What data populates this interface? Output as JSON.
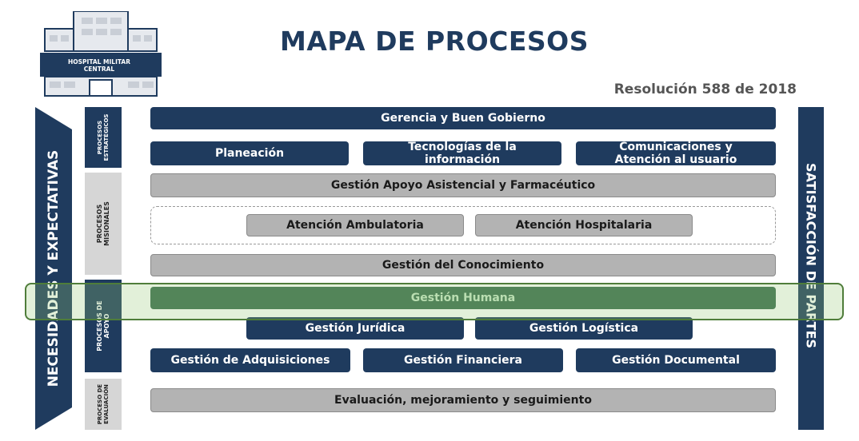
{
  "title": "MAPA DE PROCESOS",
  "resolution": "Resolución 588 de 2018",
  "logo": {
    "line1": "HOSPITAL MILITAR",
    "line2": "CENTRAL"
  },
  "left_arrow": "NECESIDADES Y EXPECTATIVAS",
  "right_arrow": "SATISFACCIÓN DE PARTES",
  "categories": {
    "strategic": {
      "line1": "PROCESOS",
      "line2": "ESTRATÉGICOS"
    },
    "missional": {
      "line1": "PROCESOS",
      "line2": "MISIONALES"
    },
    "support": {
      "line1": "PROCESOS DE",
      "line2": "APOYO"
    },
    "evaluation": {
      "line1": "PROCESO DE",
      "line2": "EVALUACIÓN"
    }
  },
  "strategic": {
    "gerencia": "Gerencia y Buen Gobierno",
    "planeacion": "Planeación",
    "tecnologias_1": "Tecnologías de la",
    "tecnologias_2": "información",
    "comunicaciones_1": "Comunicaciones y",
    "comunicaciones_2": "Atención al usuario"
  },
  "missional": {
    "apoyo_asistencial": "Gestión Apoyo Asistencial y Farmacéutico",
    "ambulatoria": "Atención Ambulatoria",
    "hospitalaria": "Atención Hospitalaria",
    "conocimiento": "Gestión del Conocimiento"
  },
  "support": {
    "humana": "Gestión Humana",
    "juridica": "Gestión Jurídica",
    "logistica": "Gestión Logística",
    "adquisiciones": "Gestión de Adquisiciones",
    "financiera": "Gestión Financiera",
    "documental": "Gestión Documental"
  },
  "evaluation": {
    "evaluacion": "Evaluación, mejoramiento y seguimiento"
  },
  "colors": {
    "navy": "#1f3b5e",
    "gray": "#b3b3b3",
    "green_highlight": "#4f7d3a"
  }
}
